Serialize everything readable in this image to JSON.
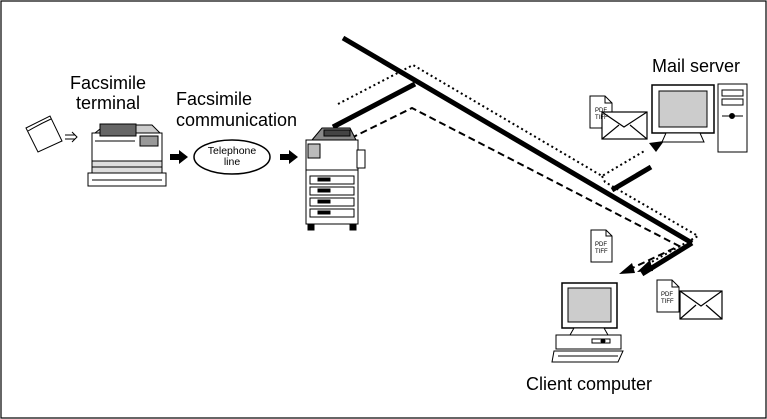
{
  "labels": {
    "fax_terminal_line1": "Facsimile",
    "fax_terminal_line2": "terminal",
    "fax_comm_line1": "Facsimile",
    "fax_comm_line2": "communication",
    "telephone_line1": "Telephone",
    "telephone_line2": "line",
    "mail_server": "Mail server",
    "client_computer": "Client computer"
  },
  "documents": {
    "mail_server_doc": {
      "line1": "PDF",
      "line2": "TIFF"
    },
    "client_doc_mid": {
      "line1": "PDF",
      "line2": "TIFF"
    },
    "client_doc_low": {
      "line1": "PDF",
      "line2": "TIFF"
    }
  },
  "icons": [
    "paper-sheet-icon",
    "fax-machine-icon",
    "arrow-right-icon",
    "telephone-line-bubble",
    "multifunction-printer-icon",
    "monitor-icon",
    "tower-pc-icon",
    "document-icon",
    "envelope-icon",
    "desktop-computer-icon"
  ],
  "colors": {
    "line": "#000000",
    "background": "#ffffff",
    "border": "#000000"
  }
}
